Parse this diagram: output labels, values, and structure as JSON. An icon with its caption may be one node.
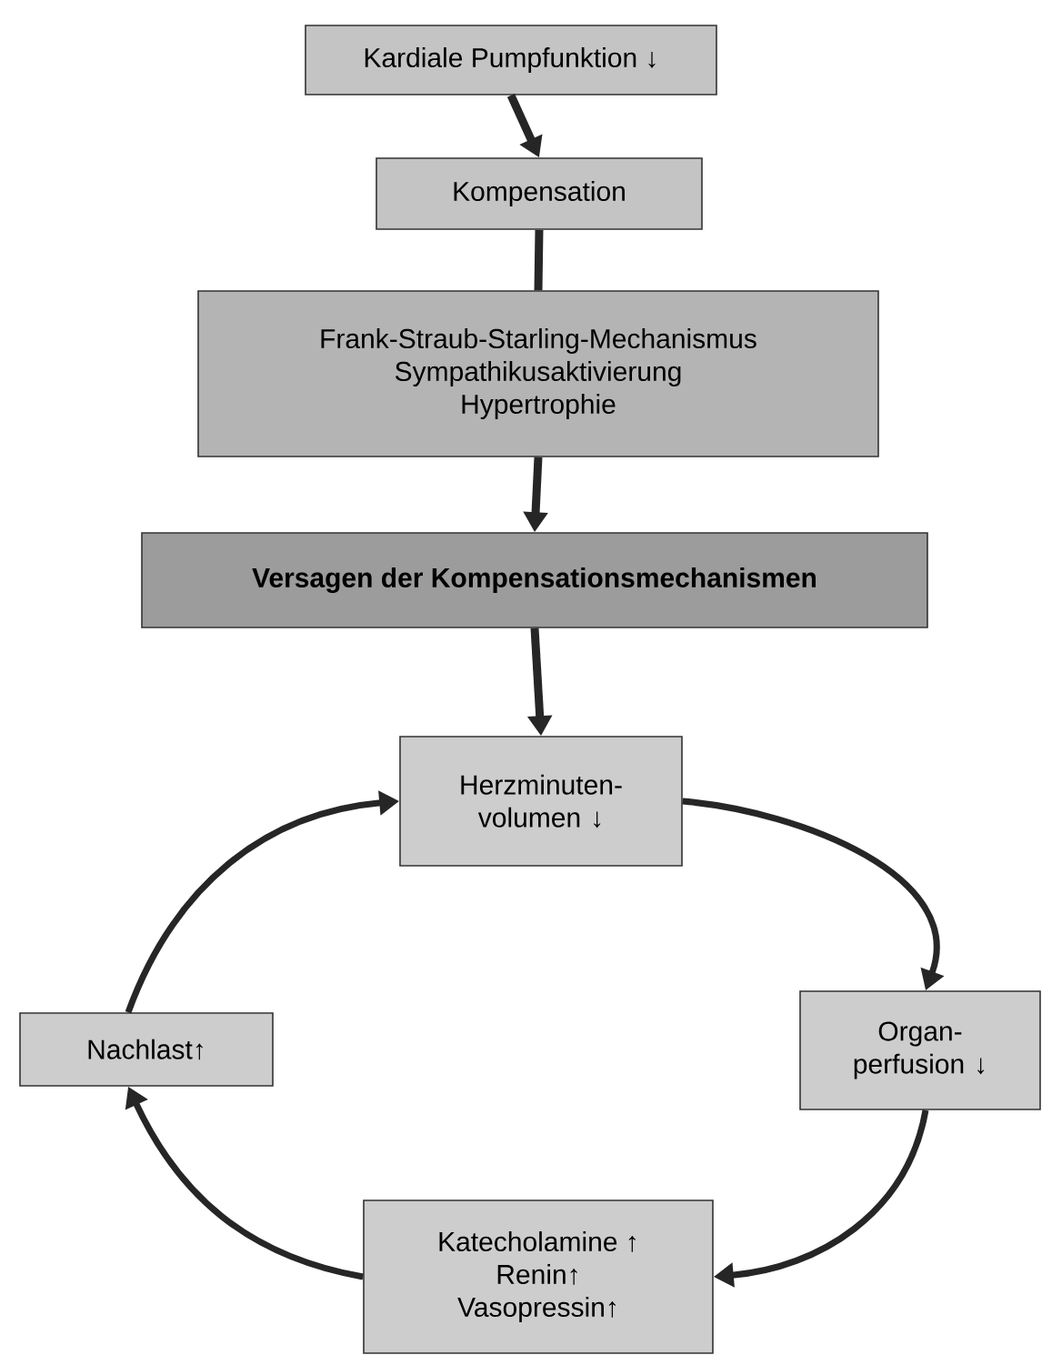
{
  "diagram": {
    "nodes": [
      {
        "text": [
          "Kardiale Pumpfunktion ↓"
        ]
      },
      {
        "text": [
          "Kompensation"
        ]
      },
      {
        "text": [
          "Frank-Straub-Starling-Mechanismus",
          "Sympathikusaktivierung",
          "Hypertrophie"
        ]
      },
      {
        "text": [
          "Versagen der Kompensationsmechanismen"
        ]
      },
      {
        "text": [
          "Herzminuten-volumen ↓"
        ]
      },
      {
        "text": [
          "Organ-perfusion ↓"
        ]
      },
      {
        "text": [
          "Katecholamine ↑",
          "Renin↑",
          "Vasopressin↑"
        ]
      },
      {
        "text": [
          "Nachlast↑"
        ]
      }
    ],
    "edges": [
      {
        "from": 0,
        "to": 1,
        "arrow": "to"
      },
      {
        "from": 1,
        "to": 2,
        "arrow": "none"
      },
      {
        "from": 2,
        "to": 3,
        "arrow": "to"
      },
      {
        "from": 3,
        "to": 4,
        "arrow": "to"
      },
      {
        "from": 4,
        "to": 5,
        "arrow": "to"
      },
      {
        "from": 5,
        "to": 6,
        "arrow": "to"
      },
      {
        "from": 6,
        "to": 7,
        "arrow": "to"
      },
      {
        "from": 7,
        "to": 4,
        "arrow": "to"
      }
    ]
  }
}
